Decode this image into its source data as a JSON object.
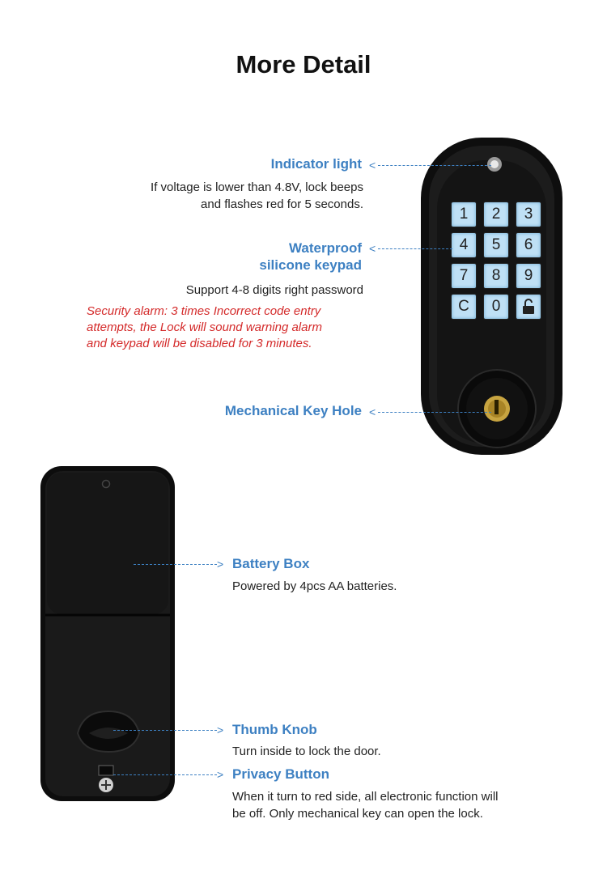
{
  "title": "More Detail",
  "front": {
    "indicator": {
      "label": "Indicator light",
      "desc_line1": "If voltage is lower than 4.8V, lock beeps",
      "desc_line2": "and flashes red for 5 seconds."
    },
    "keypad": {
      "label_line1": "Waterproof",
      "label_line2": "silicone keypad",
      "desc": "Support 4-8 digits right password",
      "alarm_line1": "Security alarm: 3 times Incorrect code entry",
      "alarm_line2": "attempts, the Lock will sound warning alarm",
      "alarm_line3": "and keypad will be disabled for 3 minutes.",
      "keys": [
        "1",
        "2",
        "3",
        "4",
        "5",
        "6",
        "7",
        "8",
        "9",
        "C",
        "0"
      ]
    },
    "keyhole": {
      "label": "Mechanical Key Hole"
    }
  },
  "back": {
    "battery": {
      "label": "Battery Box",
      "desc": "Powered by 4pcs AA batteries."
    },
    "thumb": {
      "label": "Thumb Knob",
      "desc": "Turn inside to lock the door."
    },
    "privacy": {
      "label": "Privacy Button",
      "desc_line1": "When it turn to red side, all electronic function will",
      "desc_line2": "be off. Only mechanical key can open the lock."
    }
  },
  "colors": {
    "label_blue": "#3d80c2",
    "alarm_red": "#d42a2a",
    "lock_body": "#151515",
    "key_face": "#bfe0f5"
  }
}
